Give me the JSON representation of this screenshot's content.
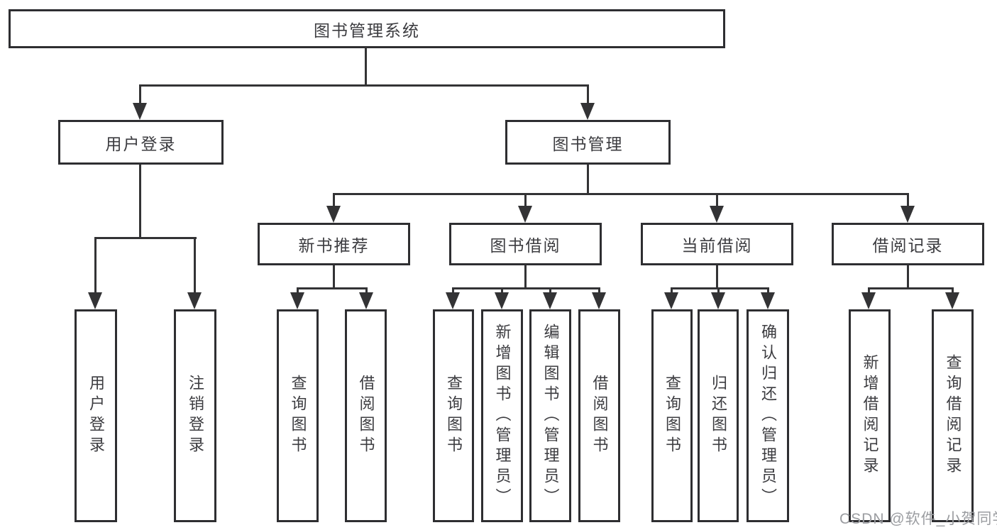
{
  "tree": {
    "label": "图书管理系统",
    "children": [
      {
        "label": "用户登录",
        "children": [
          {
            "label": "用户登录"
          },
          {
            "label": "注销登录"
          }
        ]
      },
      {
        "label": "图书管理",
        "children": [
          {
            "label": "新书推荐",
            "children": [
              {
                "label": "查询图书"
              },
              {
                "label": "借阅图书"
              }
            ]
          },
          {
            "label": "图书借阅",
            "children": [
              {
                "label": "查询图书"
              },
              {
                "label": "新增图书（管理员）"
              },
              {
                "label": "编辑图书（管理员）"
              },
              {
                "label": "借阅图书"
              }
            ]
          },
          {
            "label": "当前借阅",
            "children": [
              {
                "label": "查询图书"
              },
              {
                "label": "归还图书"
              },
              {
                "label": "确认归还（管理员）"
              }
            ]
          },
          {
            "label": "借阅记录",
            "children": [
              {
                "label": "新增借阅记录"
              },
              {
                "label": "查询借阅记录"
              }
            ]
          }
        ]
      }
    ]
  },
  "watermark": {
    "text": "CSDN @软件_小贺同学",
    "color": "#9b9da1"
  },
  "colors": {
    "line": "#333335",
    "box_border": "#2e2e31",
    "text": "#3c3c40",
    "background": "#ffffff"
  }
}
